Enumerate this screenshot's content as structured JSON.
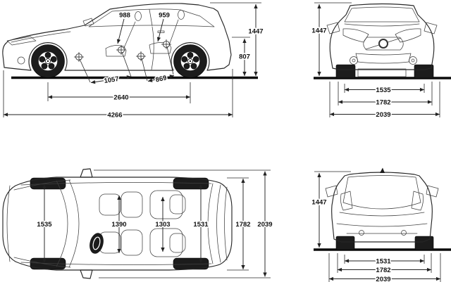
{
  "diagram": {
    "kind": "vehicle-dimension-blueprint",
    "views": {
      "side_label": "side-view",
      "front_label": "front-view",
      "top_label": "top-view",
      "rear_label": "rear-view"
    }
  },
  "dims": {
    "side": {
      "front_headroom": "988",
      "rear_headroom": "959",
      "overall_height": "1447",
      "load_height": "807",
      "front_legroom": "1057",
      "rear_legroom": "869",
      "wheelbase": "2640",
      "overall_length": "4266"
    },
    "front": {
      "overall_height": "1447",
      "front_track": "1535",
      "body_width": "1782",
      "width_incl_mirrors": "2039"
    },
    "top": {
      "front_track": "1535",
      "front_shoulder_width": "1390",
      "rear_shoulder_width": "1303",
      "rear_track": "1531",
      "body_width": "1782",
      "width_incl_mirrors": "2039"
    },
    "rear": {
      "overall_height": "1447",
      "rear_track": "1531",
      "body_width": "1782",
      "width_incl_mirrors": "2039"
    }
  },
  "icons": {
    "hip_point_marker": "circle-crosshair",
    "grille_logo": "circle-with-diagonal-band"
  },
  "colors": {
    "line": "#262626",
    "dimension_line": "#222222",
    "ground": "#0b0b0b",
    "tire_fill": "#1c1c1c",
    "label_text": "#111111",
    "background": "#ffffff"
  }
}
